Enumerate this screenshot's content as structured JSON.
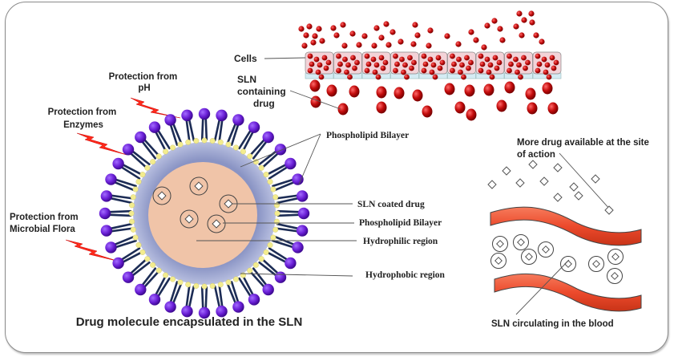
{
  "labels": {
    "protection_ph": [
      "Protection from",
      "pH"
    ],
    "protection_enzymes": [
      "Protection from",
      "Enzymes"
    ],
    "protection_microbial": [
      "Protection from",
      "Microbial Flora"
    ],
    "cells": "Cells",
    "sln_containing_drug": [
      "SLN",
      "containing",
      "drug"
    ],
    "phospholipid_bilayer_top": "Phospholipid Bilayer",
    "sln_coated_drug": "SLN coated drug",
    "phospholipid_bilayer": "Phospholipid Bilayer",
    "hydrophilic_region": "Hydrophilic region",
    "hydrophobic_region": "Hydrophobic region",
    "more_drug": [
      "More drug available at the site",
      "of action"
    ],
    "sln_circulating": "SLN circulating in the blood",
    "caption": "Drug molecule encapsulated in the SLN"
  },
  "colors": {
    "head": "#6a1fd6",
    "tail": "#1c2c55",
    "glycerol": "#f3ec8e",
    "shell": "#8a94c4",
    "core": "#f0c4a8",
    "drug_dot": "#c40d0d",
    "cell_fill": "#f3d3d8",
    "cell_base": "#d5ecf4",
    "vessel": "#ec4a2c",
    "bolt": "#ff2a1a"
  },
  "counts": {
    "cells": 9,
    "phospholipid_heads": 36,
    "encapsulated_drugs": 5,
    "free_drug_diamonds": 13,
    "circulating_sln": 10
  }
}
